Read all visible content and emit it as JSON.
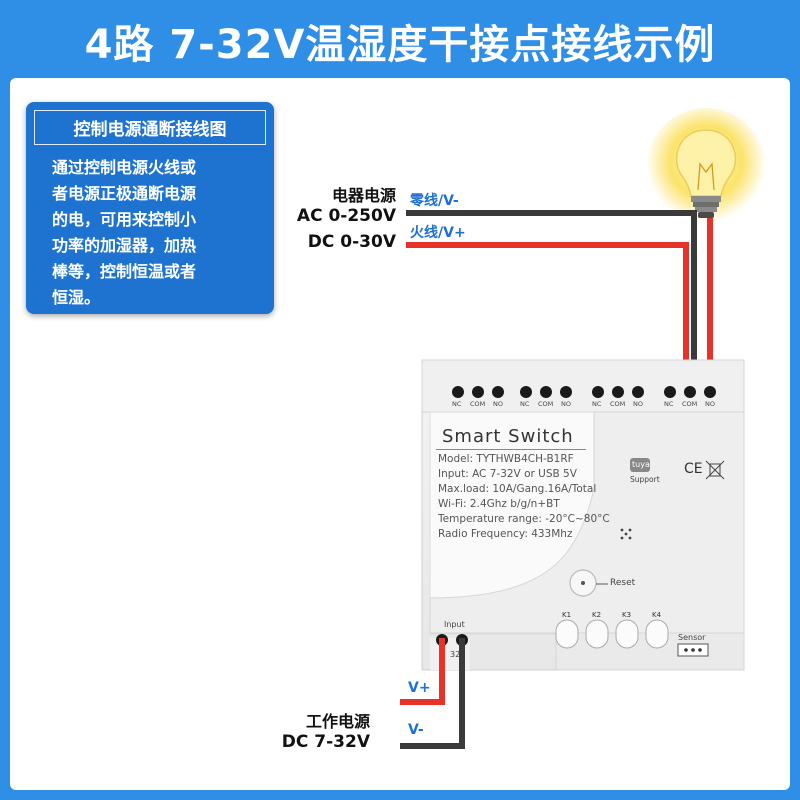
{
  "title": "4路 7-32V温湿度干接点接线示例",
  "infobox": {
    "heading": "控制电源通断接线图",
    "body_lines": [
      "通过控制电源火线或",
      "者电源正极通断电源",
      "的电，可用来控制小",
      "功率的加湿器，加热",
      "棒等，控制恒温或者",
      "恒湿。"
    ]
  },
  "load_source": {
    "title": "电器电源",
    "ac": "AC 0-250V",
    "dc": "DC 0-30V",
    "neutral_label": "零线/V-",
    "live_label": "火线/V+"
  },
  "work_source": {
    "title": "工作电源",
    "dc": "DC 7-32V",
    "pos_label": "V+",
    "neg_label": "V-"
  },
  "device": {
    "name": "Smart  Switch",
    "specs": [
      "Model:  TYTHWB4CH-B1RF",
      "Input:    AC 7-32V or USB 5V",
      "Max.load:   10A/Gang.16A/Total",
      "Wi-Fi:  2.4Ghz b/g/n+BT",
      "Temperature range: -20°C~80°C",
      "Radio Frequency:  433Mhz"
    ],
    "terminal_labels": [
      "NC",
      "COM",
      "NO",
      "NC",
      "COM",
      "NO",
      "NC",
      "COM",
      "NO",
      "NC",
      "COM",
      "NO"
    ],
    "badge_brand": "tuya",
    "badge_text": "Support",
    "cert_text": "CE",
    "reset_label": "Reset",
    "keys": [
      "K1",
      "K2",
      "K3",
      "K4"
    ],
    "input_label": "Input",
    "input_voltage": "32",
    "sensor_label": "Sensor"
  },
  "colors": {
    "background": "#2f8fe6",
    "panel": "#ffffff",
    "info_box": "#1e72d0",
    "wire_red": "#e6332a",
    "wire_dark": "#3a3a3a",
    "label_blue": "#1e6fd6"
  }
}
